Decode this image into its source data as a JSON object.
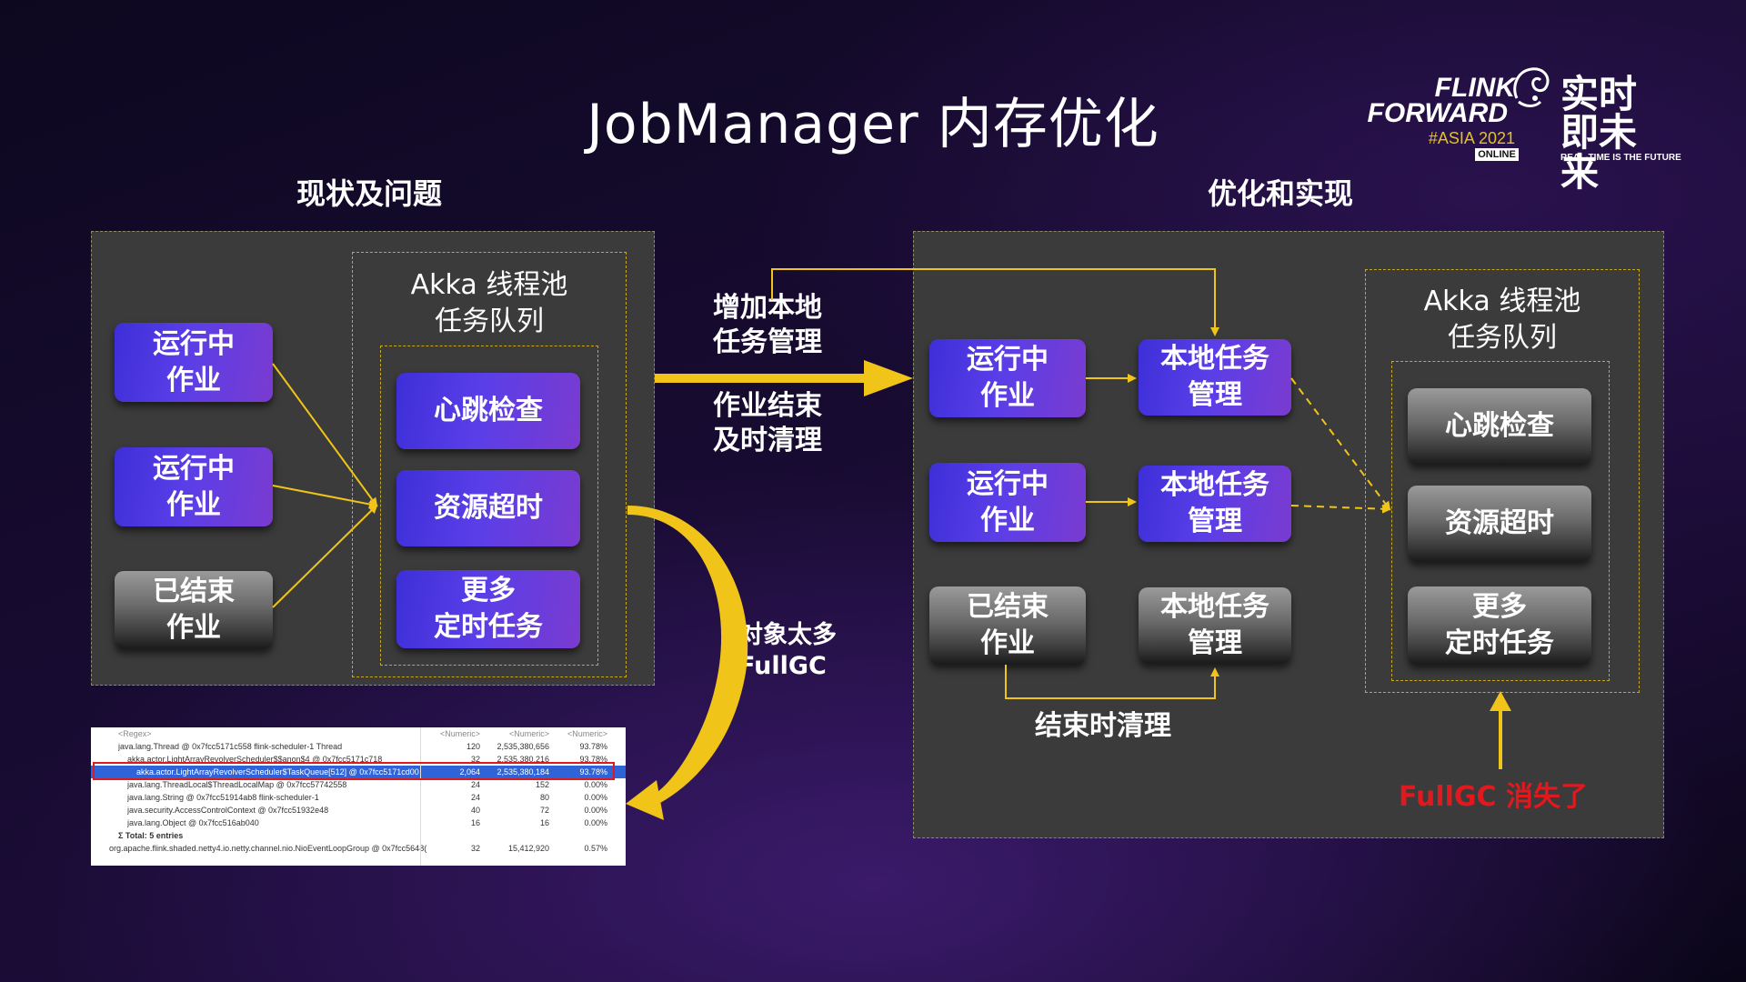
{
  "title": "JobManager 内存优化",
  "logo": {
    "line1": "FLINK",
    "line2": "FORWARD",
    "line3": "#ASIA 2021",
    "badge": "ONLINE",
    "cn1": "实时",
    "cn2": "即未来",
    "tagline": "REAL-TIME IS THE FUTURE"
  },
  "left": {
    "section_title": "现状及问题",
    "jobs": [
      "运行中\n作业",
      "运行中\n作业",
      "已结束\n作业"
    ],
    "akka_title": "Akka 线程池\n任务队列",
    "tasks": [
      "心跳检查",
      "资源超时",
      "更多\n定时任务"
    ]
  },
  "middle": {
    "add_local": "增加本地\n任务管理",
    "cleanup": "作业结束\n及时清理",
    "too_many": "对象太多\nFullGC"
  },
  "right": {
    "section_title": "优化和实现",
    "jobs": [
      "运行中\n作业",
      "运行中\n作业",
      "已结束\n作业"
    ],
    "local_mgr": [
      "本地任务\n管理",
      "本地任务\n管理",
      "本地任务\n管理"
    ],
    "end_cleanup": "结束时清理",
    "akka_title": "Akka 线程池\n任务队列",
    "tasks": [
      "心跳检查",
      "资源超时",
      "更多\n定时任务"
    ],
    "fullgc_gone": "FullGC 消失了"
  },
  "heap_table": {
    "headers": [
      "<Regex>",
      "<Numeric>",
      "<Numeric>",
      "<Numeric>"
    ],
    "rows": [
      {
        "name": "java.lang.Thread @ 0x7fcc5171c558  flink-scheduler-1  Thread",
        "v1": "120",
        "v2": "2,535,380,656",
        "v3": "93.78%"
      },
      {
        "name": "akka.actor.LightArrayRevolverScheduler$$anon$4 @ 0x7fcc5171c718",
        "v1": "32",
        "v2": "2,535,380,216",
        "v3": "93.78%"
      },
      {
        "name": "akka.actor.LightArrayRevolverScheduler$TaskQueue[512] @ 0x7fcc5171cd00",
        "v1": "2,064",
        "v2": "2,535,380,184",
        "v3": "93.78%"
      },
      {
        "name": "java.lang.ThreadLocal$ThreadLocalMap @ 0x7fcc57742558",
        "v1": "24",
        "v2": "152",
        "v3": "0.00%"
      },
      {
        "name": "java.lang.String @ 0x7fcc51914ab8  flink-scheduler-1",
        "v1": "24",
        "v2": "80",
        "v3": "0.00%"
      },
      {
        "name": "java.security.AccessControlContext @ 0x7fcc51932e48",
        "v1": "40",
        "v2": "72",
        "v3": "0.00%"
      },
      {
        "name": "java.lang.Object @ 0x7fcc516ab040",
        "v1": "16",
        "v2": "16",
        "v3": "0.00%"
      },
      {
        "name": "Σ Total: 5 entries",
        "v1": "",
        "v2": "",
        "v3": ""
      },
      {
        "name": "org.apache.flink.shaded.netty4.io.netty.channel.nio.NioEventLoopGroup @ 0x7fcc5648(",
        "v1": "32",
        "v2": "15,412,920",
        "v3": "0.57%"
      }
    ]
  },
  "colors": {
    "arrow": "#f0c419",
    "blue_box": "#4a35e0",
    "alert": "#e0191e",
    "panel": "#3b3b3b"
  }
}
